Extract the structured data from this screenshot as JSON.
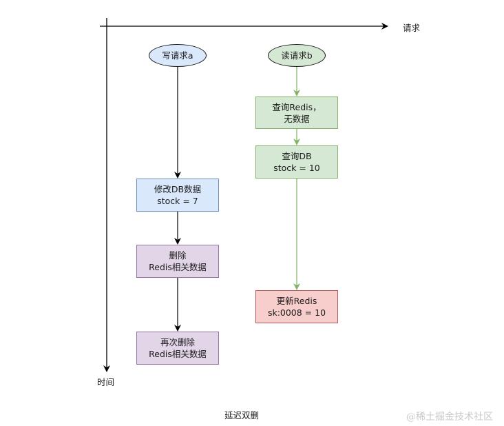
{
  "axes": {
    "x_label": "请求",
    "y_label": "时间"
  },
  "write_request": {
    "start": "写请求a",
    "update_db": [
      "修改DB数据",
      "stock = 7"
    ],
    "delete_redis": [
      "删除",
      "Redis相关数据"
    ],
    "delete_again": [
      "再次删除",
      "Redis相关数据"
    ]
  },
  "read_request": {
    "start": "读请求b",
    "query_redis": [
      "查询Redis，",
      "无数据"
    ],
    "query_db": [
      "查询DB",
      "stock = 10"
    ],
    "update_redis": [
      "更新Redis",
      "sk:0008 = 10"
    ]
  },
  "caption": "延迟双删",
  "watermark": "@稀土掘金技术社区",
  "colors": {
    "blue_fill": "#dae8fc",
    "blue_stroke": "#6c8ebf",
    "green_fill": "#d5e8d4",
    "green_stroke": "#82b366",
    "purple_fill": "#e1d5e7",
    "purple_stroke": "#9673a6",
    "red_fill": "#f8cecc",
    "red_stroke": "#b85450"
  }
}
